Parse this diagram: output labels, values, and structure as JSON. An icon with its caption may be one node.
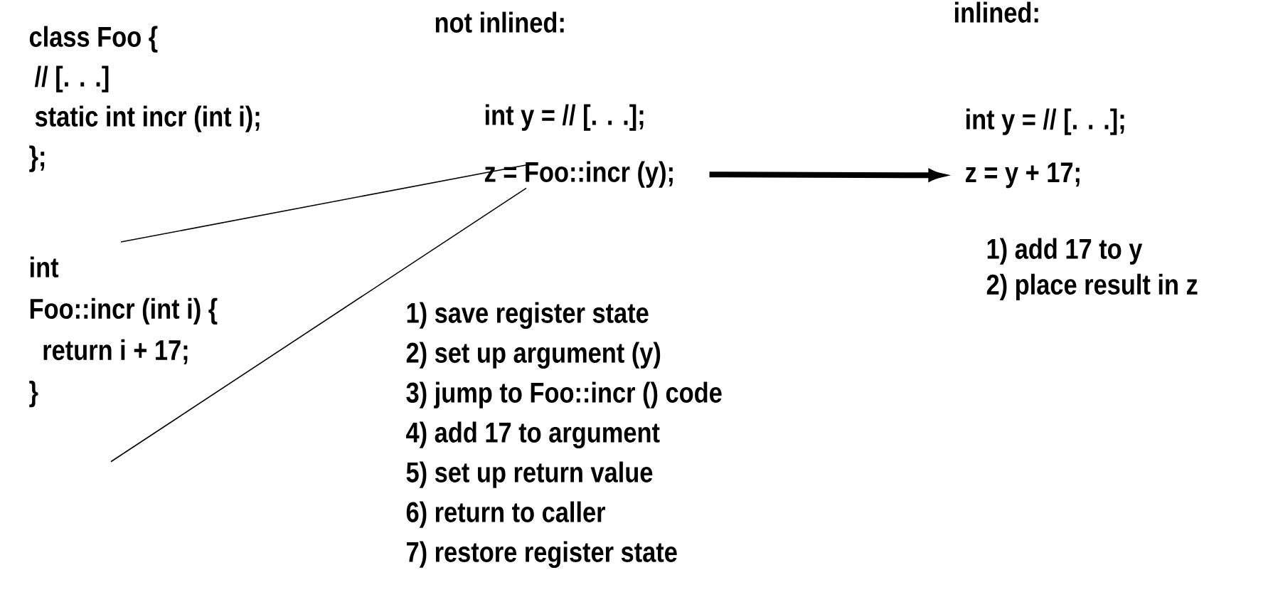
{
  "diagram": {
    "nodes": [
      {
        "text": [
          "class Foo {",
          "// [. . .]",
          "static int incr (int i);",
          "};"
        ]
      },
      {
        "text": [
          "int",
          "Foo::incr (int i) {",
          "return i + 17;",
          "}"
        ]
      },
      {
        "text": [
          "int y = // [. . .];"
        ]
      },
      {
        "text": [
          "z = Foo::incr (y);"
        ]
      },
      {
        "text": [
          "1) save register state",
          "2) set up argument (y)",
          "3) jump to Foo::incr () code",
          "4) add 17 to argument",
          "5) set up return value",
          "6) return to caller",
          "7) restore register state"
        ]
      },
      {
        "text": [
          "int y = // [. . .];"
        ]
      },
      {
        "text": [
          "z = y + 17;"
        ]
      },
      {
        "text": [
          "1) add 17 to y",
          "2) place result in z"
        ]
      }
    ],
    "edges": [
      {
        "from": 3,
        "to": 1,
        "arrow": "none"
      },
      {
        "from": 3,
        "to": 1,
        "arrow": "none"
      },
      {
        "from": 3,
        "to": 6,
        "arrow": "to",
        "style": "thick"
      }
    ],
    "labels": [
      "not inlined:",
      "inlined:"
    ]
  }
}
